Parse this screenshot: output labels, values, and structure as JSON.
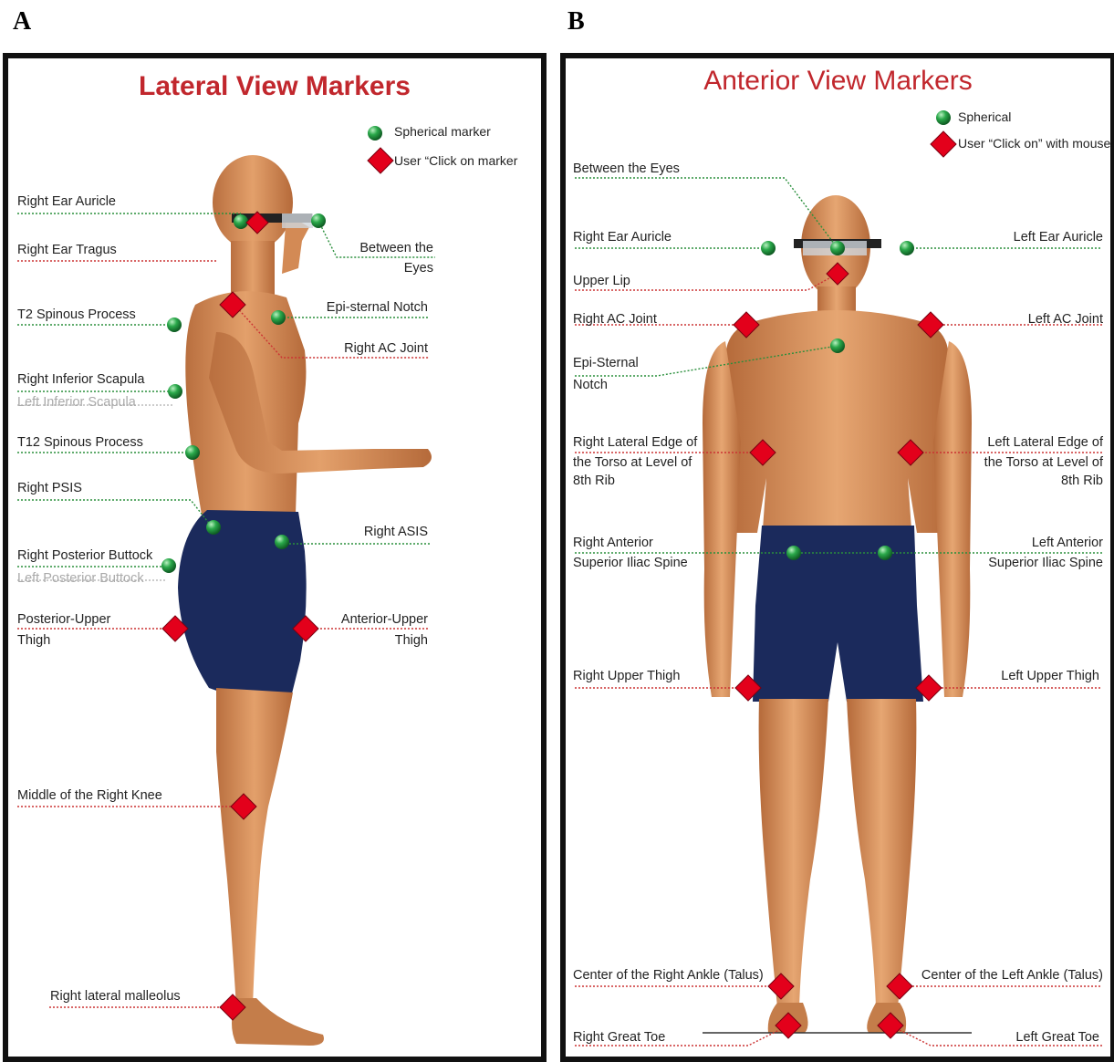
{
  "panel_a": {
    "letter": "A",
    "title": "Lateral View Markers",
    "legend": {
      "spherical": "Spherical marker",
      "click": "User “Click on marker"
    },
    "labels": {
      "right_ear_auricle": "Right Ear Auricle",
      "right_ear_tragus": "Right Ear Tragus",
      "between_eyes_1": "Between the",
      "between_eyes_2": "Eyes",
      "t2": "T2 Spinous Process",
      "epi_sternal": "Epi-sternal Notch",
      "right_ac": "Right AC Joint",
      "right_inf_scapula": "Right Inferior Scapula",
      "left_inf_scapula": "Left Inferior Scapula",
      "t12": "T12 Spinous Process",
      "right_psis": "Right PSIS",
      "right_asis": "Right ASIS",
      "right_post_buttock": "Right Posterior Buttock",
      "left_post_buttock": "Left Posterior Buttock",
      "post_upper_thigh_1": "Posterior-Upper",
      "post_upper_thigh_2": "Thigh",
      "ant_upper_thigh_1": "Anterior-Upper",
      "ant_upper_thigh_2": "Thigh",
      "right_knee": "Middle of the Right Knee",
      "right_malleolus": "Right lateral malleolus"
    }
  },
  "panel_b": {
    "letter": "B",
    "title": "Anterior View Markers",
    "legend": {
      "spherical": "Spherical",
      "click": "User “Click on” with mouse"
    },
    "labels": {
      "between_eyes": "Between the Eyes",
      "right_ear": "Right Ear Auricle",
      "left_ear": "Left Ear Auricle",
      "upper_lip": "Upper Lip",
      "right_ac": "Right AC Joint",
      "left_ac": "Left AC Joint",
      "epi_sternal_1": "Epi-Sternal",
      "epi_sternal_2": "Notch",
      "right_lat_1": "Right Lateral Edge of",
      "right_lat_2": "the Torso at Level of",
      "right_lat_3": "8th Rib",
      "left_lat_1": "Left Lateral Edge of",
      "left_lat_2": "the Torso at Level of",
      "left_lat_3": "8th Rib",
      "right_asis_1": "Right Anterior",
      "right_asis_2": "Superior Iliac Spine",
      "left_asis_1": "Left Anterior",
      "left_asis_2": "Superior Iliac Spine",
      "right_thigh": "Right Upper Thigh",
      "left_thigh": "Left Upper Thigh",
      "right_ankle": "Center of the Right Ankle (Talus)",
      "left_ankle": "Center of the Left Ankle (Talus)",
      "right_toe": "Right Great Toe",
      "left_toe": "Left Great Toe"
    }
  },
  "colors": {
    "title": "#c1272d",
    "sphere": "#1f9a3c",
    "diamond": "#e3001b",
    "skin": "#d9925e",
    "shorts": "#1b2a5c"
  }
}
